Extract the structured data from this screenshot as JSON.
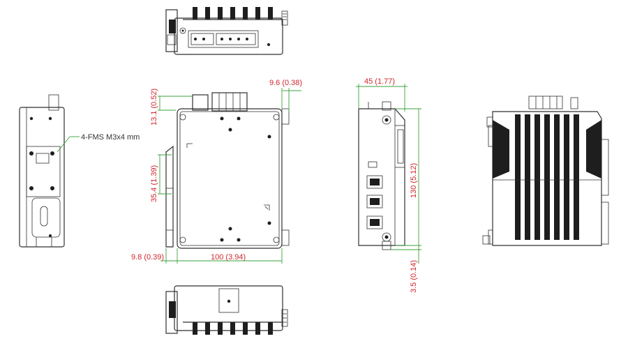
{
  "annotations": {
    "screw_label": "4-FMS M3x4 mm"
  },
  "dimensions": {
    "top_offset": "13.1 (0.52)",
    "antenna_offset": "9.6 (0.38)",
    "slot_height": "35.4 (1.39)",
    "din_offset": "9.8 (0.39)",
    "body_width": "100 (3.94)",
    "depth": "45 (1.77)",
    "height": "130 (5.12)",
    "bottom_offset": "3.5 (0.14)"
  },
  "colors": {
    "dimension_text": "#d0262e",
    "dimension_line": "#3aa13a",
    "outline": "#2f2f2f"
  }
}
